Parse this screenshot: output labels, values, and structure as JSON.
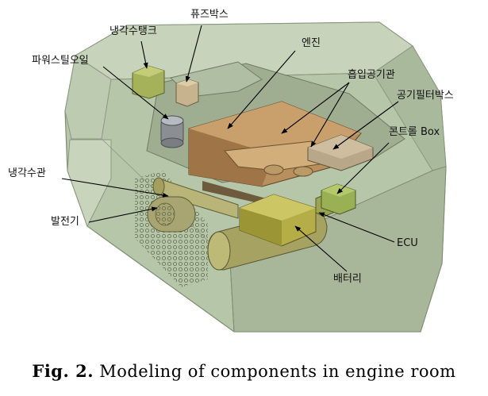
{
  "labels": {
    "fuse_box": "퓨즈박스",
    "coolant_tank": "냉각수탱크",
    "power_steering_oil": "파워스틸오일",
    "engine": "엔진",
    "intake_pipe": "흡입공기관",
    "air_filter_box": "공기필터박스",
    "control_box": "콘트롤 Box",
    "coolant_pipe": "냉각수관",
    "generator": "발전기",
    "ecu": "ECU",
    "battery": "배터리"
  },
  "caption": {
    "prefix": "Fig. 2.",
    "text": "Modeling of components in engine room"
  }
}
